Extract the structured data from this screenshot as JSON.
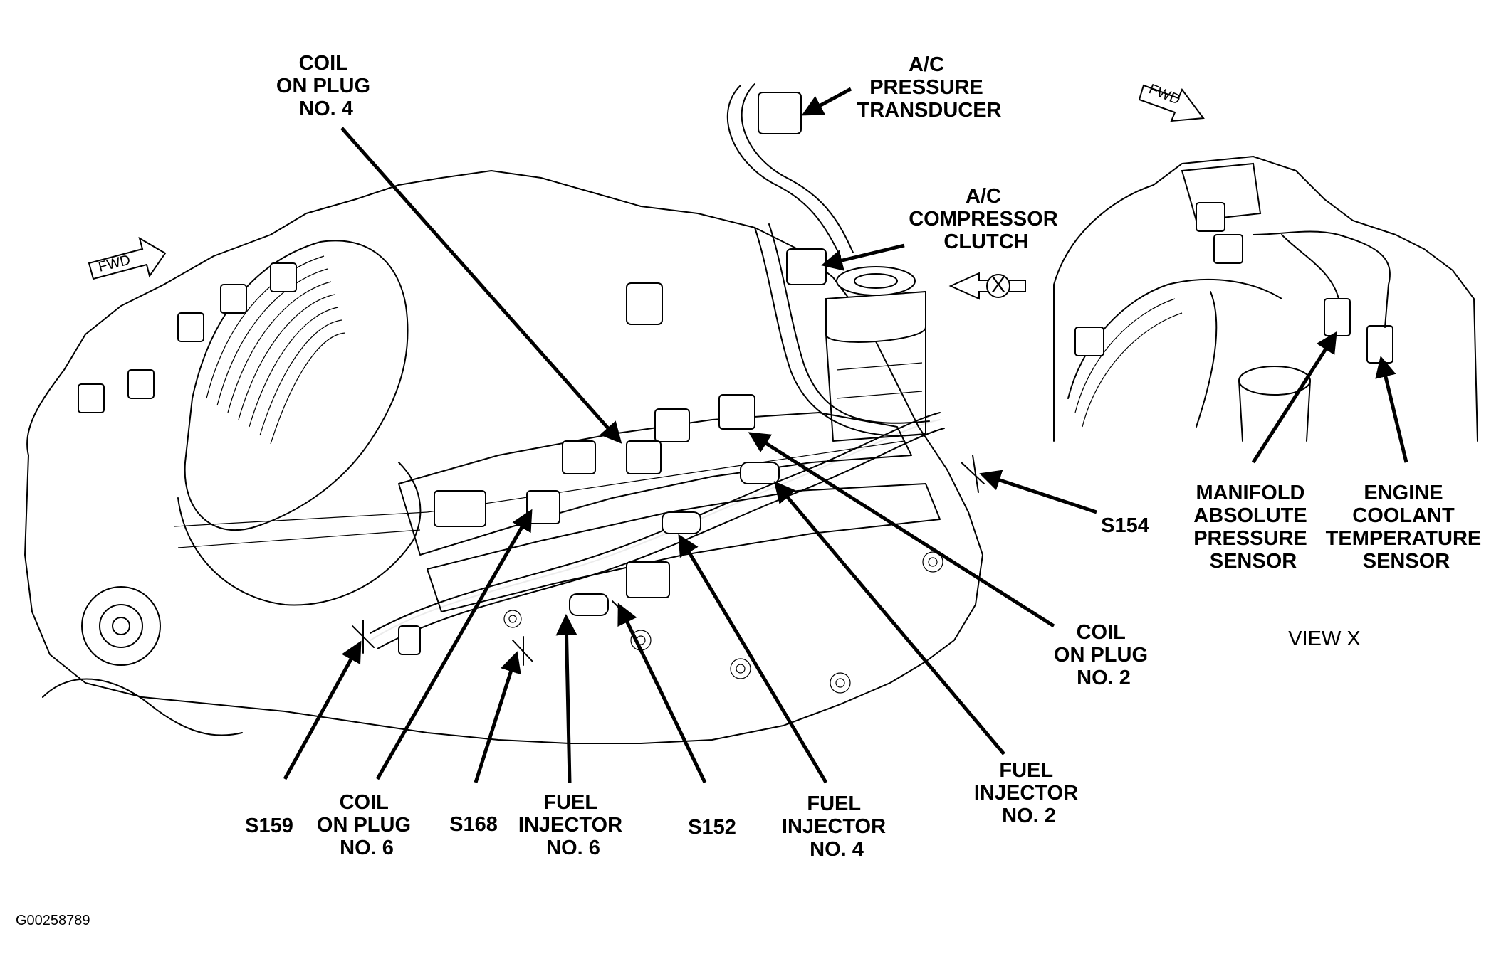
{
  "figure_id": "G00258789",
  "view_x_label": "VIEW X",
  "view_x_marker": "X",
  "fwd_label": "FWD",
  "callouts": {
    "coil_4": [
      "COIL",
      "ON PLUG",
      "NO. 4"
    ],
    "ac_pressure": [
      "A/C",
      "PRESSURE",
      "TRANSDUCER"
    ],
    "ac_clutch": [
      "A/C",
      "COMPRESSOR",
      "CLUTCH"
    ],
    "s154": [
      "S154"
    ],
    "coil_2": [
      "COIL",
      "ON PLUG",
      "NO. 2"
    ],
    "fuel_inj_2": [
      "FUEL",
      "INJECTOR",
      "NO. 2"
    ],
    "fuel_inj_4": [
      "FUEL",
      "INJECTOR",
      "NO. 4"
    ],
    "s152": [
      "S152"
    ],
    "fuel_inj_6": [
      "FUEL",
      "INJECTOR",
      "NO. 6"
    ],
    "s168": [
      "S168"
    ],
    "coil_6": [
      "COIL",
      "ON PLUG",
      "NO. 6"
    ],
    "s159": [
      "S159"
    ],
    "map_sensor": [
      "MANIFOLD",
      "ABSOLUTE",
      "PRESSURE",
      "SENSOR"
    ],
    "ect_sensor": [
      "ENGINE",
      "COOLANT",
      "TEMPERATURE",
      "SENSOR"
    ]
  }
}
